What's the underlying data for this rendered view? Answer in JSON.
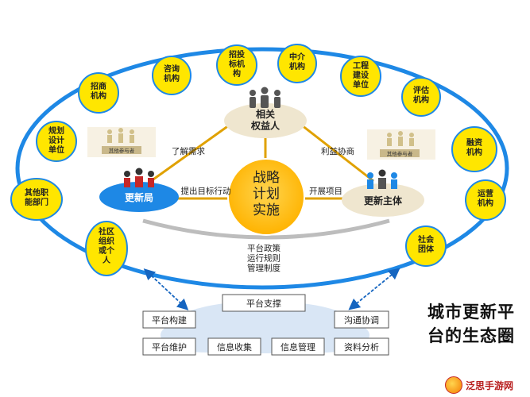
{
  "stakeholders": {
    "planning_unit": "规划\n设计\n单位",
    "investment_agency": "招商\n机构",
    "consulting_agency": "咨询\n机构",
    "bidding_agency": "招投\n标机\n构",
    "intermediary_agency": "中介\n机构",
    "construction_unit": "工程\n建设\n单位",
    "evaluation_agency": "评估\n机构",
    "financing_agency": "融资\n机构",
    "operating_agency": "运营\n机构",
    "social_group": "社会\n团体",
    "community_orgs": "社区\n组织\n或个\n人",
    "other_departments": "其他职\n能部门"
  },
  "core": {
    "stakeholders_node": "相关\n权益人",
    "renewal_bureau": "更新局",
    "renewal_entity": "更新主体",
    "strategy": "战略\n计划\n实施"
  },
  "relations": {
    "understand_needs": "了解需求",
    "coordinate_interests": "利益协商",
    "propose_goals": "提出目标行动",
    "launch_projects": "开展项目"
  },
  "small_labels": {
    "left_group": "其他参与者",
    "right_group": "其他参与者"
  },
  "platform": {
    "policy_lines": "平台政策\n运行规则\n管理制度",
    "support": "平台支撑",
    "build": "平台构建",
    "communicate": "沟通协调",
    "maintain": "平台维护",
    "info_collect": "信息收集",
    "info_manage": "信息管理",
    "data_analysis": "资料分析"
  },
  "title": "城市更新平\n台的生态圈",
  "watermark": "泛思手游网",
  "colors": {
    "yellow": "#ffe600",
    "blue": "#1e88e5",
    "beige": "#efe6cf",
    "orange": "#ffc000",
    "platform_fill": "#d9e6f5",
    "connector": "#e0a100"
  }
}
